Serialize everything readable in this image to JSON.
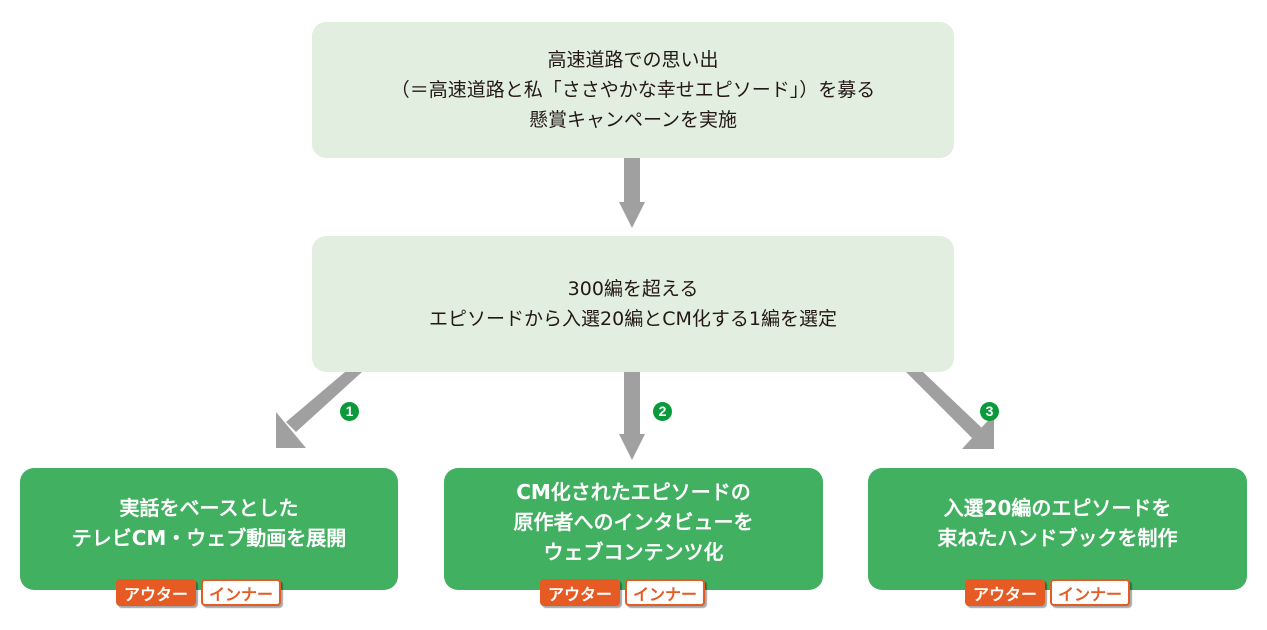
{
  "diagram": {
    "top_box": {
      "lines": [
        "高速道路での思い出",
        "（＝高速道路と私「ささやかな幸せエピソード」）を募る",
        "懸賞キャンペーンを実施"
      ]
    },
    "middle_box": {
      "lines": [
        "300編を超える",
        "エピソードから入選20編とCM化する1編を選定"
      ]
    },
    "outcomes": [
      {
        "number": "1",
        "lines": [
          "実話をベースとした",
          "テレビCM・ウェブ動画を展開"
        ],
        "badges": {
          "outer": "アウター",
          "inner": "インナー"
        }
      },
      {
        "number": "2",
        "lines": [
          "CM化されたエピソードの",
          "原作者へのインタビューを",
          "ウェブコンテンツ化"
        ],
        "badges": {
          "outer": "アウター",
          "inner": "インナー"
        }
      },
      {
        "number": "3",
        "lines": [
          "入選20編のエピソードを",
          "束ねたハンドブックを制作"
        ],
        "badges": {
          "outer": "アウター",
          "inner": "インナー"
        }
      }
    ],
    "colors": {
      "light_box": "#e2efe0",
      "green_box": "#41b061",
      "badge_orange": "#e65a24",
      "arrow_gray": "#a0a0a0",
      "number_green": "#0a9a3c"
    }
  }
}
